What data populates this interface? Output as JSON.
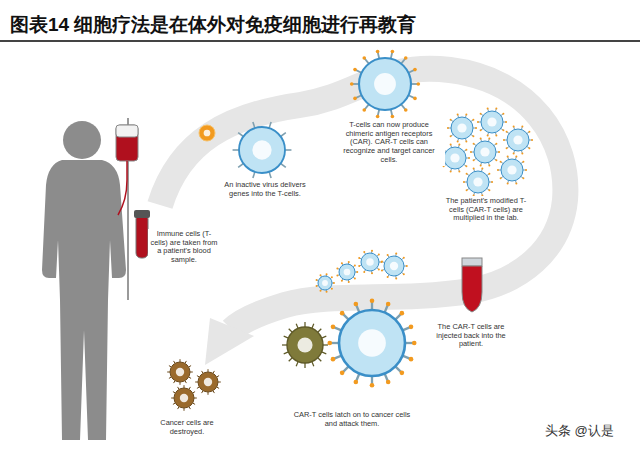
{
  "diagram": {
    "title": "图表14  细胞疗法是在体外对免疫细胞进行再教育",
    "labels": [
      "An inactive virus delivers genes into the T-cells.",
      "T-cells can now produce chimeric antigen receptors (CAR). CAR-T cells can recognize and target cancer cells.",
      "The patient's modified T-cells (CAR-T cells) are multiplied in the lab.",
      "Immune cells (T-cells) are taken from a patient's blood sample.",
      "The CAR-T cells are injected back into the patient.",
      "CAR-T cells latch on to cancer cells and attack them.",
      "Cancer cells are destroyed.",
      "头条 @认是"
    ]
  }
}
